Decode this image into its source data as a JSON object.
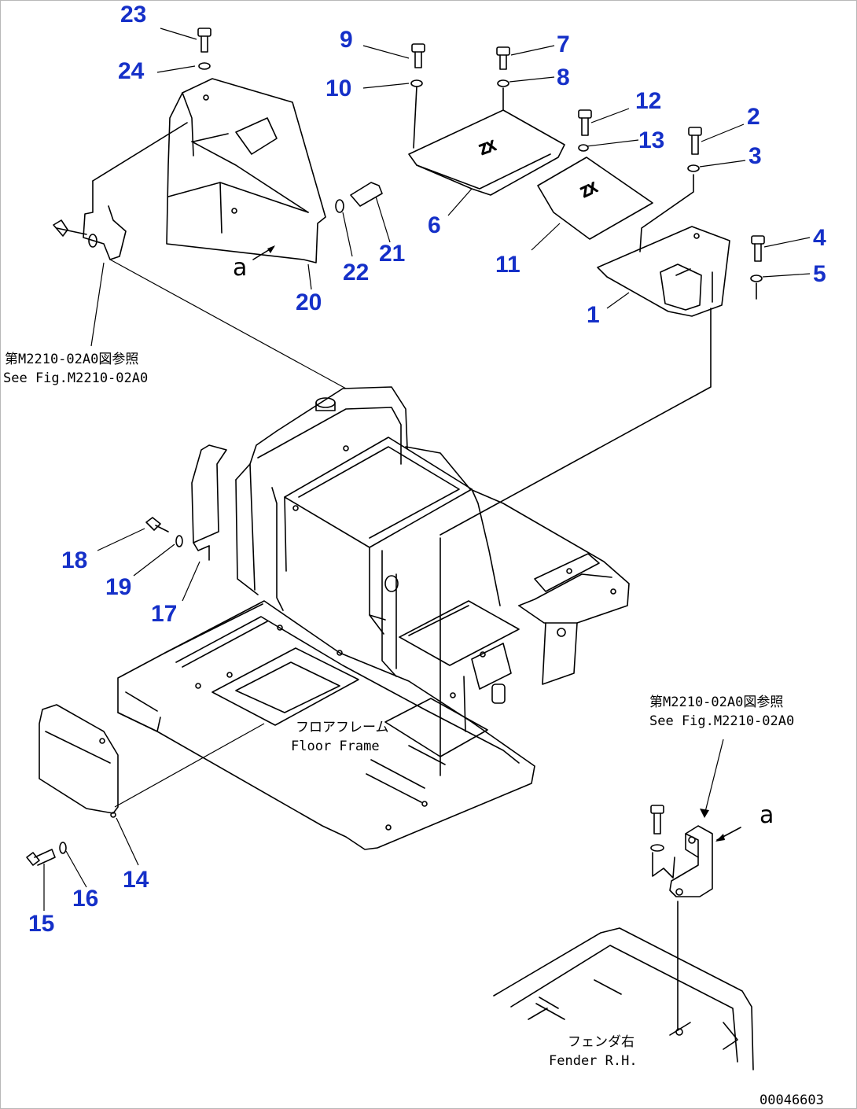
{
  "diagram": {
    "callouts": [
      {
        "id": "23",
        "label": "23"
      },
      {
        "id": "24",
        "label": "24"
      },
      {
        "id": "9",
        "label": "9"
      },
      {
        "id": "10",
        "label": "10"
      },
      {
        "id": "7",
        "label": "7"
      },
      {
        "id": "8",
        "label": "8"
      },
      {
        "id": "12",
        "label": "12"
      },
      {
        "id": "13",
        "label": "13"
      },
      {
        "id": "2",
        "label": "2"
      },
      {
        "id": "3",
        "label": "3"
      },
      {
        "id": "4",
        "label": "4"
      },
      {
        "id": "5",
        "label": "5"
      },
      {
        "id": "6",
        "label": "6"
      },
      {
        "id": "11",
        "label": "11"
      },
      {
        "id": "1",
        "label": "1"
      },
      {
        "id": "22",
        "label": "22"
      },
      {
        "id": "21",
        "label": "21"
      },
      {
        "id": "20",
        "label": "20"
      },
      {
        "id": "18",
        "label": "18"
      },
      {
        "id": "19",
        "label": "19"
      },
      {
        "id": "17",
        "label": "17"
      },
      {
        "id": "14",
        "label": "14"
      },
      {
        "id": "16",
        "label": "16"
      },
      {
        "id": "15",
        "label": "15"
      }
    ],
    "notes": {
      "left_jp": "第M2210-02A0図参照",
      "left_en": "See Fig.M2210-02A0",
      "right_jp": "第M2210-02A0図参照",
      "right_en": "See Fig.M2210-02A0",
      "floor_jp": "フロアフレーム",
      "floor_en": "Floor Frame",
      "fender_jp": "フェンダ右",
      "fender_en": "Fender R.H."
    },
    "marker_letter": "a",
    "drawing_code": "00046603"
  }
}
